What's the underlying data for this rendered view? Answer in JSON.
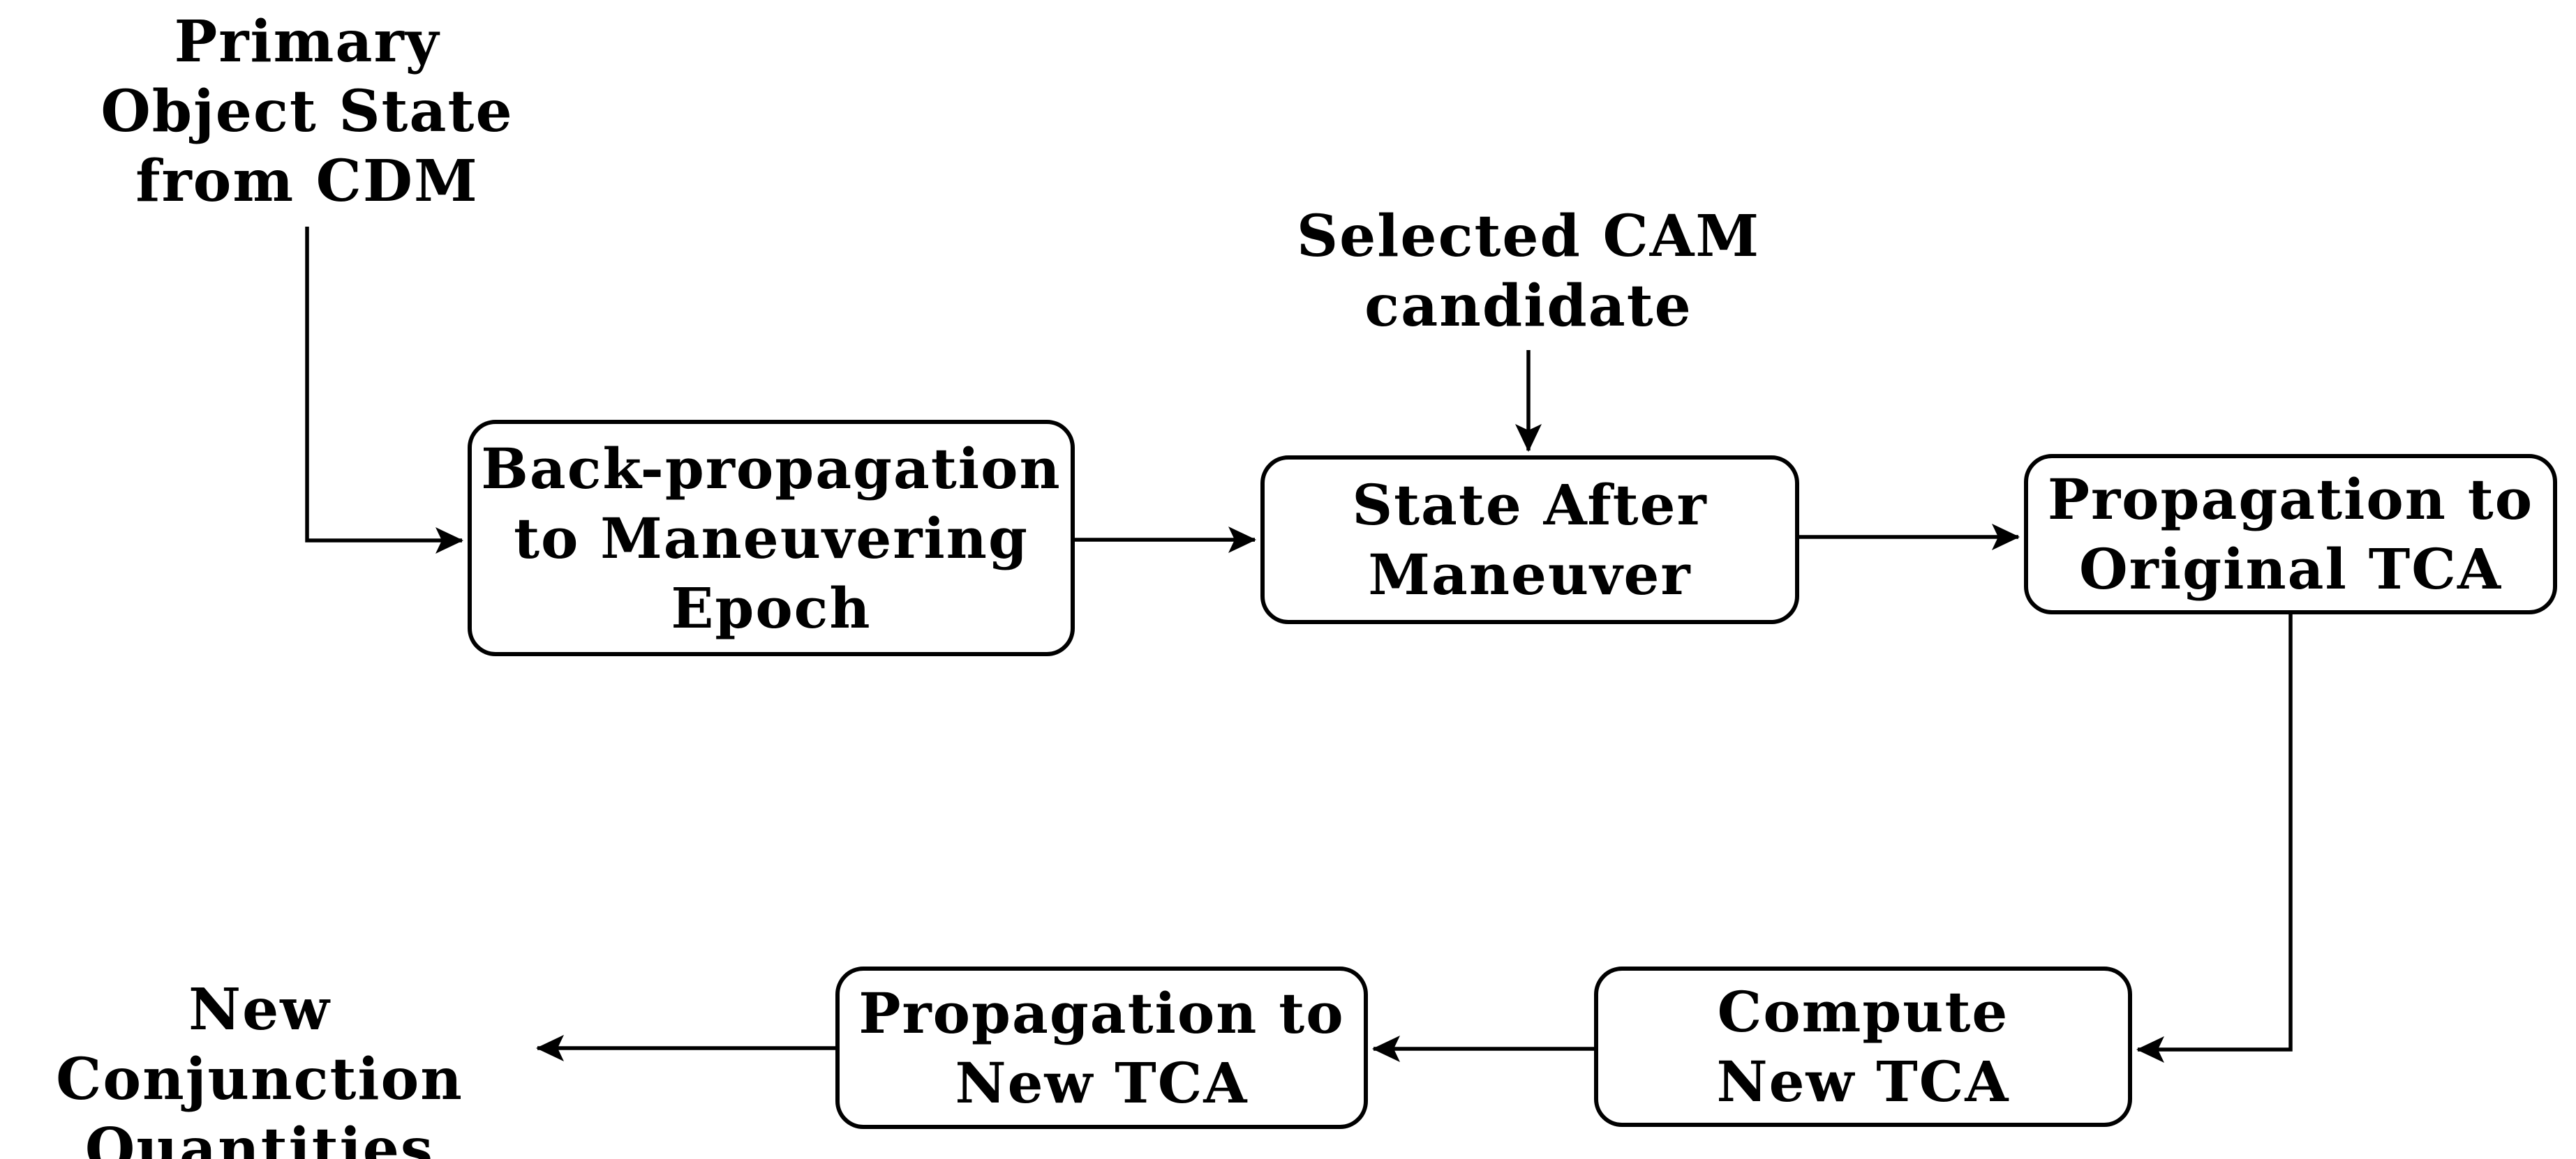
{
  "colors": {
    "background": "#ffffff",
    "line": "#000000",
    "text": "#000000"
  },
  "labels": {
    "primary_object_state": "Primary\nObject State\nfrom CDM",
    "selected_cam_candidate": "Selected CAM\ncandidate",
    "new_conjunction_quantities": "New Conjunction\nQuantities"
  },
  "nodes": {
    "back_propagation": "Back-propagation\nto Maneuvering\nEpoch",
    "state_after_maneuver": "State After\nManeuver",
    "propagation_original_tca": "Propagation to\nOriginal TCA",
    "compute_new_tca": "Compute\nNew TCA",
    "propagation_new_tca": "Propagation to\nNew TCA"
  }
}
